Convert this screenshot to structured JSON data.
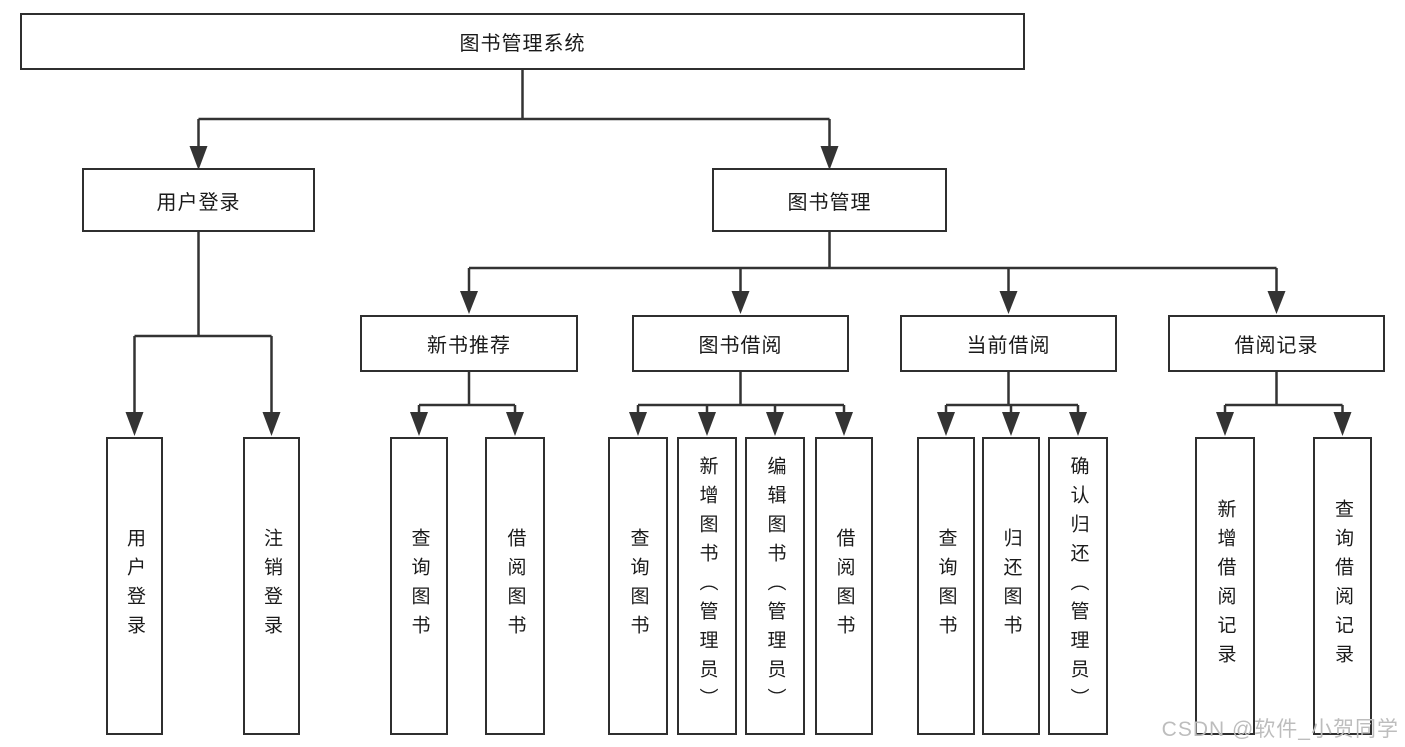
{
  "diagram": {
    "root": {
      "label": "图书管理系统"
    },
    "level2": [
      {
        "id": "user-login",
        "label": "用户登录"
      },
      {
        "id": "book-management",
        "label": "图书管理"
      }
    ],
    "level3": [
      {
        "id": "new-book-recommend",
        "label": "新书推荐"
      },
      {
        "id": "book-borrowing",
        "label": "图书借阅"
      },
      {
        "id": "current-borrowing",
        "label": "当前借阅"
      },
      {
        "id": "borrow-records",
        "label": "借阅记录"
      }
    ],
    "leaves": {
      "userLogin": [
        "用户登录",
        "注销登录"
      ],
      "newBooks": [
        "查询图书",
        "借阅图书"
      ],
      "bookBorrow": [
        "查询图书",
        "新增图书（管理员）",
        "编辑图书（管理员）",
        "借阅图书"
      ],
      "currentBorrow": [
        "查询图书",
        "归还图书",
        "确认归还（管理员）"
      ],
      "borrowRecords": [
        "新增借阅记录",
        "查询借阅记录"
      ]
    }
  },
  "watermark": {
    "text": "CSDN @软件_小贺同学",
    "color": "#bdbdbd"
  },
  "colors": {
    "line": "#333333",
    "box_border": "#2f2f2f",
    "text": "#1a1a1a",
    "background": "#ffffff"
  }
}
